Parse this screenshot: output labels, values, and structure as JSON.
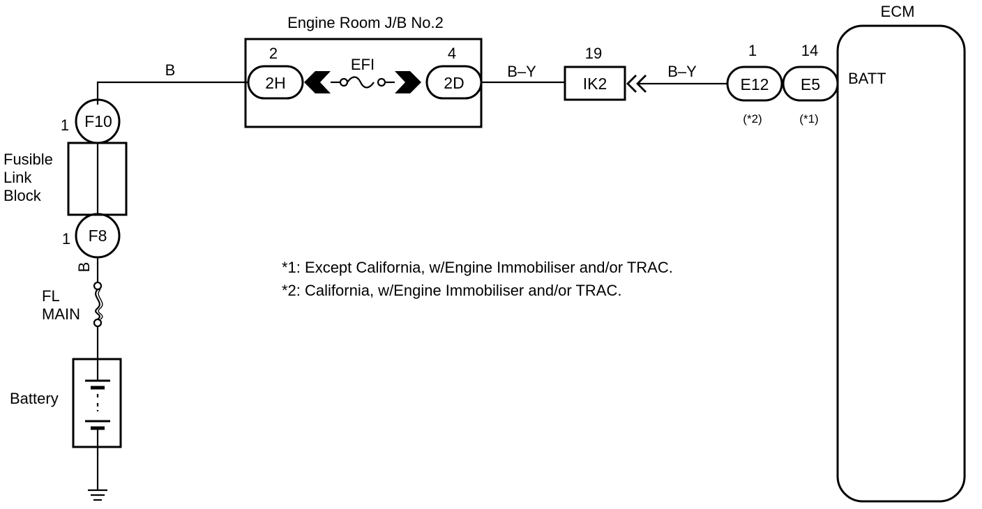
{
  "ecm": {
    "title": "ECM",
    "terminal": "BATT"
  },
  "junction_block": {
    "title": "Engine Room J/B No.2",
    "fuse": "EFI",
    "left_pin": "2",
    "left_connector": "2H",
    "right_pin": "4",
    "right_connector": "2D"
  },
  "wires": {
    "top": "B",
    "lower": "B",
    "jb_to_ik2": "B–Y",
    "ik2_to_ecm": "B–Y"
  },
  "ik2": {
    "pin": "19",
    "label": "IK2"
  },
  "e12": {
    "pin": "1",
    "label": "E12",
    "note": "(*2)"
  },
  "e5": {
    "pin": "14",
    "label": "E5",
    "note": "(*1)"
  },
  "fusible_link": {
    "top_pin": "1",
    "top_connector": "F10",
    "bottom_pin": "1",
    "bottom_connector": "F8",
    "label_line1": "Fusible",
    "label_line2": "Link",
    "label_line3": "Block"
  },
  "fl_main": {
    "line1": "FL",
    "line2": "MAIN"
  },
  "battery": {
    "label": "Battery"
  },
  "notes": {
    "n1": "*1: Except California, w/Engine Immobiliser and/or TRAC.",
    "n2": "*2: California, w/Engine Immobiliser and/or TRAC."
  }
}
